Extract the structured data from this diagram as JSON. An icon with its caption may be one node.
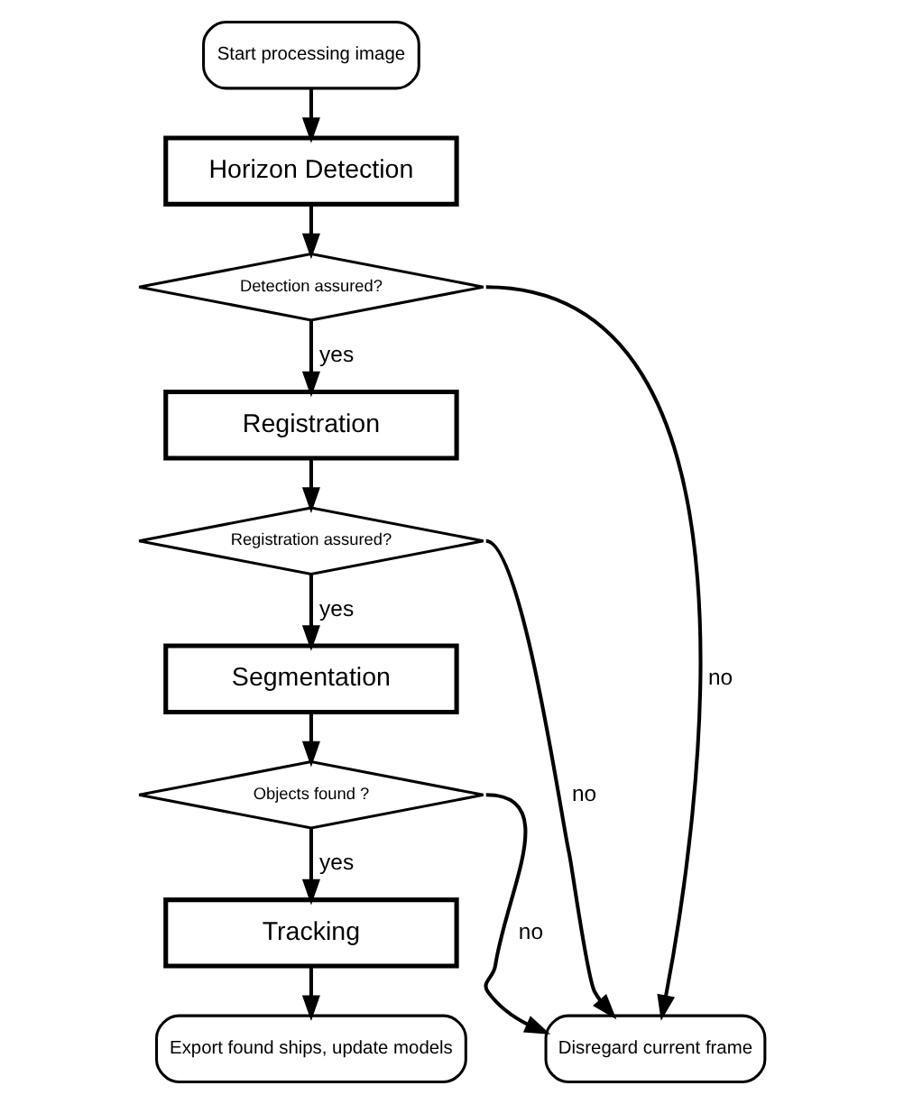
{
  "diagram": {
    "nodes": [
      {
        "text": [
          "Start processing image"
        ]
      },
      {
        "text": [
          "Horizon Detection"
        ]
      },
      {
        "text": [
          "Detection assured?"
        ]
      },
      {
        "text": [
          "Registration"
        ]
      },
      {
        "text": [
          "Registration assured?"
        ]
      },
      {
        "text": [
          "Segmentation"
        ]
      },
      {
        "text": [
          "Objects found ?"
        ]
      },
      {
        "text": [
          "Tracking"
        ]
      },
      {
        "text": [
          "Export found ships, update models"
        ]
      },
      {
        "text": [
          "Disregard current frame"
        ]
      }
    ],
    "edges": [
      {
        "from": 0,
        "to": 1,
        "arrow": "to"
      },
      {
        "from": 1,
        "to": 2,
        "arrow": "to"
      },
      {
        "from": 2,
        "to": 3,
        "arrow": "to",
        "label": "yes"
      },
      {
        "from": 2,
        "to": 9,
        "arrow": "to",
        "label": "no"
      },
      {
        "from": 3,
        "to": 4,
        "arrow": "to"
      },
      {
        "from": 4,
        "to": 5,
        "arrow": "to",
        "label": "yes"
      },
      {
        "from": 4,
        "to": 9,
        "arrow": "to",
        "label": "no"
      },
      {
        "from": 5,
        "to": 6,
        "arrow": "to"
      },
      {
        "from": 6,
        "to": 7,
        "arrow": "to",
        "label": "yes"
      },
      {
        "from": 6,
        "to": 9,
        "arrow": "to",
        "label": "no"
      },
      {
        "from": 7,
        "to": 8,
        "arrow": "to"
      }
    ]
  }
}
